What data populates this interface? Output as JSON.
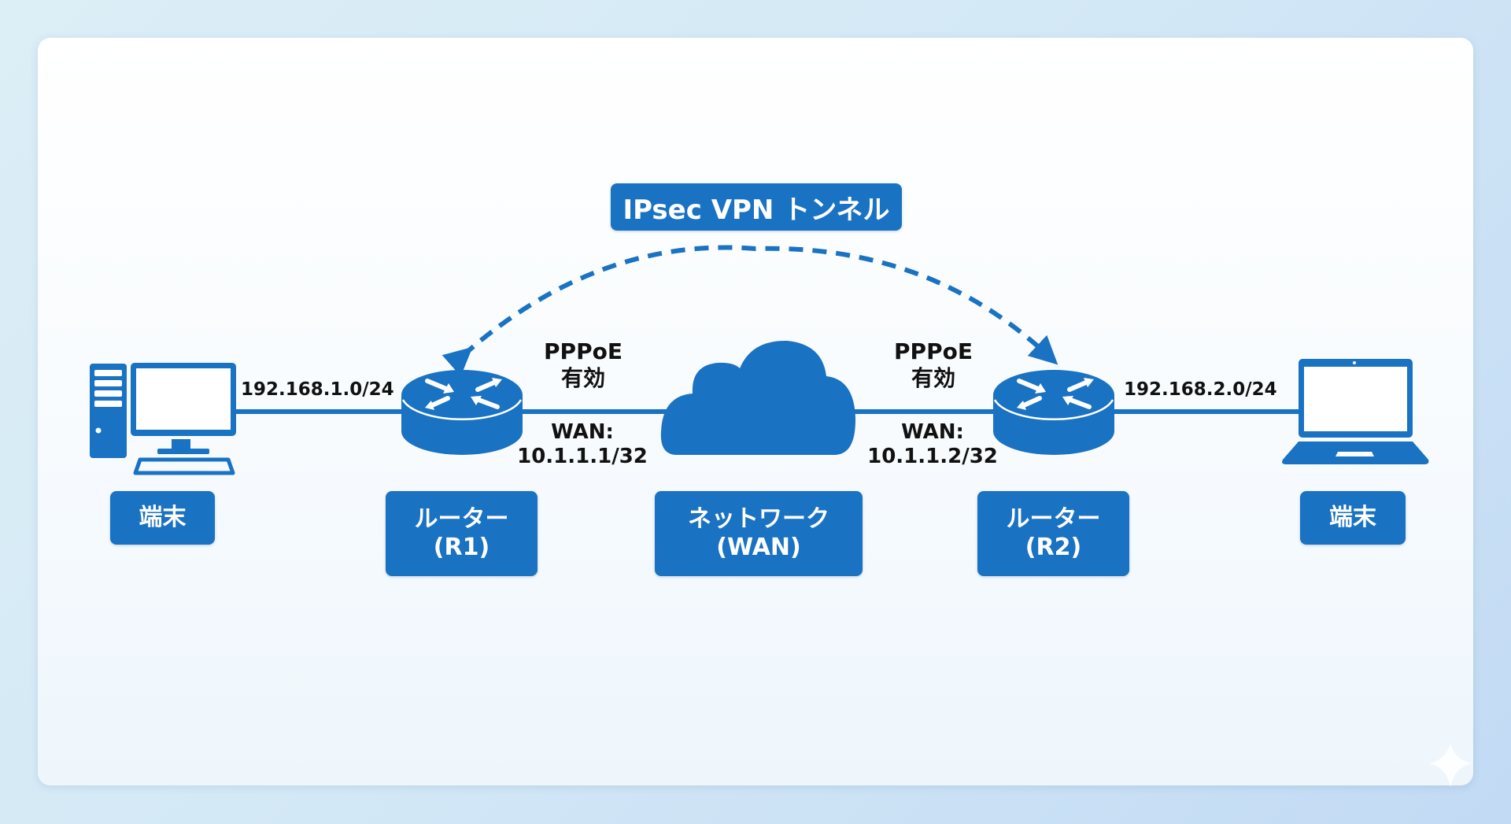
{
  "colors": {
    "primary_blue": "#1a72c2",
    "text_dark": "#111111",
    "text_light": "#ffffff"
  },
  "tunnel": {
    "label": "IPsec VPN トンネル",
    "style": "dashed bidirectional arc",
    "connects": [
      "ルーター (R1)",
      "ルーター (R2)"
    ]
  },
  "nodes": {
    "left_terminal": {
      "icon": "desktop-computer-icon",
      "label": "端末"
    },
    "router_r1": {
      "icon": "router-icon",
      "label_line1": "ルーター",
      "label_line2": "(R1)"
    },
    "network": {
      "icon": "cloud-icon",
      "label_line1": "ネットワーク",
      "label_line2": "(WAN)"
    },
    "router_r2": {
      "icon": "router-icon",
      "label_line1": "ルーター",
      "label_line2": "(R2)"
    },
    "right_terminal": {
      "icon": "laptop-icon",
      "label": "端末"
    }
  },
  "links": {
    "left_lan": {
      "subnet": "192.168.1.0/24"
    },
    "r1_wan": {
      "protocol": "PPPoE",
      "status": "有効",
      "wan_label": "WAN:",
      "wan_address": "10.1.1.1/32"
    },
    "r2_wan": {
      "protocol": "PPPoE",
      "status": "有効",
      "wan_label": "WAN:",
      "wan_address": "10.1.1.2/32"
    },
    "right_lan": {
      "subnet": "192.168.2.0/24"
    }
  },
  "decor": {
    "corner_icon": "sparkle-icon"
  }
}
